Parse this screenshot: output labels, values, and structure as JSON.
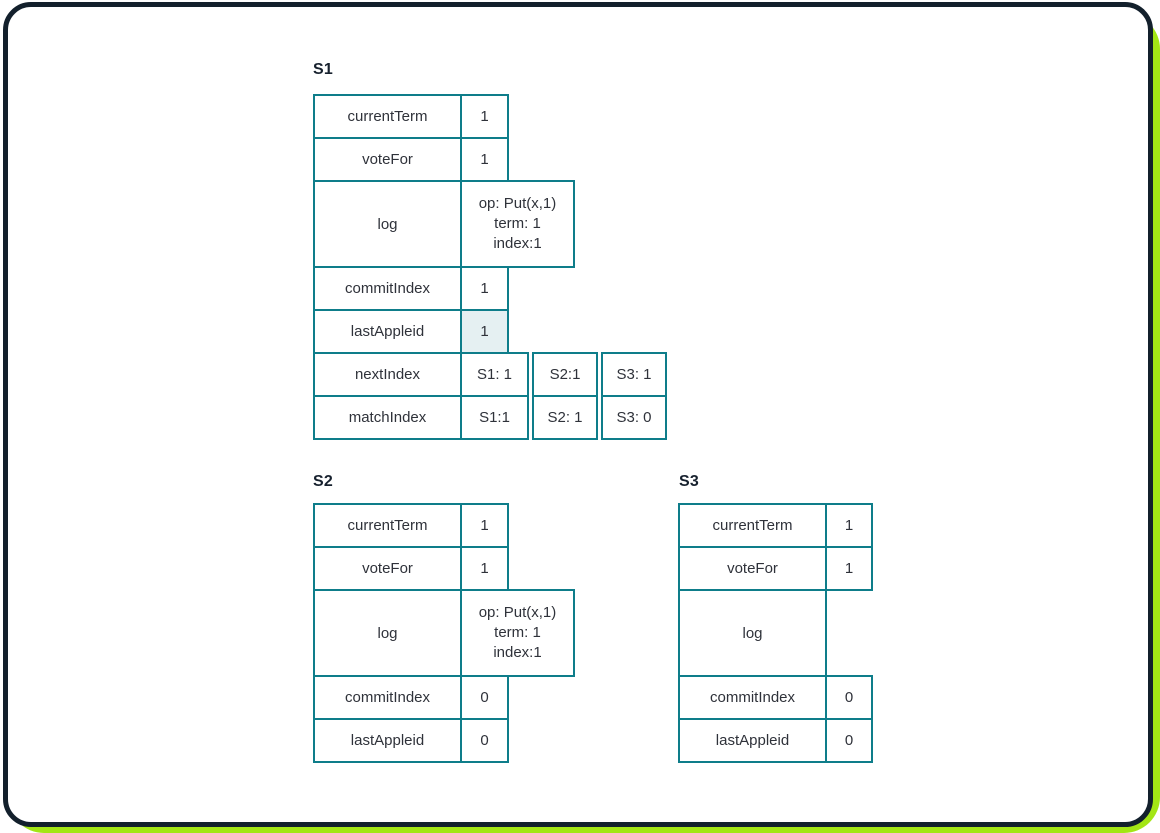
{
  "frame": {
    "accent_color": "#a3e615",
    "border_color": "#13202c",
    "table_line_color": "#0e7d8a",
    "highlight_fill": "#e5f0f2"
  },
  "tables": {
    "s1": {
      "title": "S1",
      "rows": {
        "currentTerm": {
          "label": "currentTerm",
          "value": "1"
        },
        "voteFor": {
          "label": "voteFor",
          "value": "1"
        },
        "log": {
          "label": "log",
          "lines": [
            "op: Put(x,1)",
            "term: 1",
            "index:1"
          ]
        },
        "commitIndex": {
          "label": "commitIndex",
          "value": "1"
        },
        "lastAppleid": {
          "label": "lastAppleid",
          "value": "1",
          "highlighted": true
        },
        "nextIndex": {
          "label": "nextIndex",
          "values": [
            "S1: 1",
            "S2:1",
            "S3: 1"
          ]
        },
        "matchIndex": {
          "label": "matchIndex",
          "values": [
            "S1:1",
            "S2: 1",
            "S3: 0"
          ]
        }
      }
    },
    "s2": {
      "title": "S2",
      "rows": {
        "currentTerm": {
          "label": "currentTerm",
          "value": "1"
        },
        "voteFor": {
          "label": "voteFor",
          "value": "1"
        },
        "log": {
          "label": "log",
          "lines": [
            "op: Put(x,1)",
            "term: 1",
            "index:1"
          ]
        },
        "commitIndex": {
          "label": "commitIndex",
          "value": "0"
        },
        "lastAppleid": {
          "label": "lastAppleid",
          "value": "0"
        }
      }
    },
    "s3": {
      "title": "S3",
      "rows": {
        "currentTerm": {
          "label": "currentTerm",
          "value": "1"
        },
        "voteFor": {
          "label": "voteFor",
          "value": "1"
        },
        "log": {
          "label": "log",
          "lines": []
        },
        "commitIndex": {
          "label": "commitIndex",
          "value": "0"
        },
        "lastAppleid": {
          "label": "lastAppleid",
          "value": "0"
        }
      }
    }
  }
}
